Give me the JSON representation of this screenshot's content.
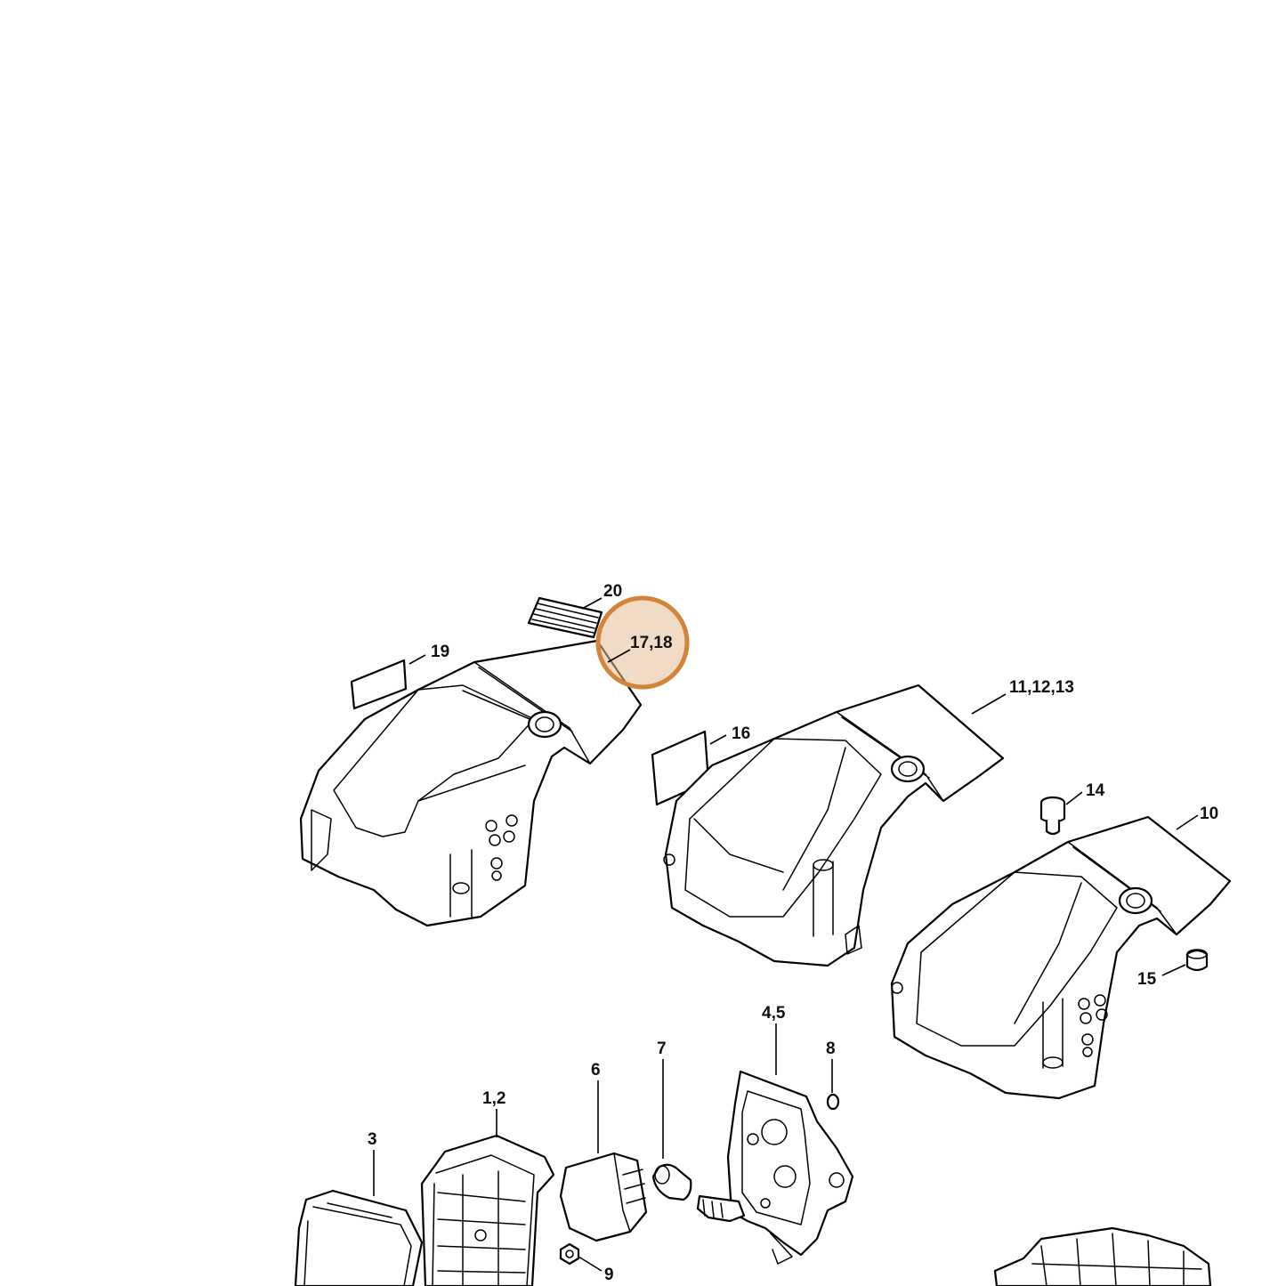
{
  "callouts": {
    "c20": "20",
    "c17_18": "17,18",
    "c19": "19",
    "c11_12_13": "11,12,13",
    "c16": "16",
    "c14": "14",
    "c10": "10",
    "c15": "15",
    "c4_5": "4,5",
    "c8": "8",
    "c7": "7",
    "c6": "6",
    "c1_2": "1,2",
    "c3": "3",
    "c9": "9"
  },
  "highlight": {
    "callout": "17,18",
    "color": "#d2843a"
  },
  "icons": [
    "shroud-cover-icon",
    "label-decal-icon",
    "air-filter-icon",
    "filter-cover-icon",
    "carburetor-flange-icon",
    "o-ring-icon",
    "nut-icon",
    "plug-icon"
  ]
}
